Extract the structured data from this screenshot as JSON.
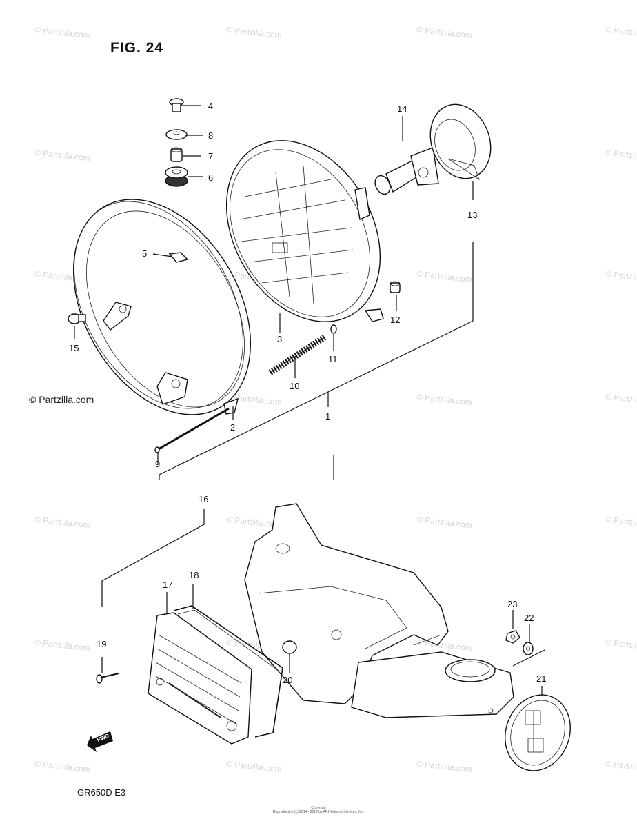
{
  "figure": {
    "title": "FIG. 24",
    "model_code": "GR650D  E3"
  },
  "watermark": {
    "text": "© Partzilla.com",
    "visible_label": "© Partzilla.com"
  },
  "footer": {
    "line1": "Copyright",
    "line2": "Reproduction (c) 2014 - 2017 by ARI Network Services, Inc."
  },
  "callouts": {
    "c1": "1",
    "c2": "2",
    "c3": "3",
    "c4": "4",
    "c5": "5",
    "c6": "6",
    "c7": "7",
    "c8": "8",
    "c9": "9",
    "c10": "10",
    "c11": "11",
    "c12": "12",
    "c13": "13",
    "c14": "14",
    "c15": "15",
    "c16": "16",
    "c17": "17",
    "c18": "18",
    "c19": "19",
    "c20": "20",
    "c21": "21",
    "c22": "22",
    "c23": "23"
  },
  "fwd_badge": "FWD"
}
